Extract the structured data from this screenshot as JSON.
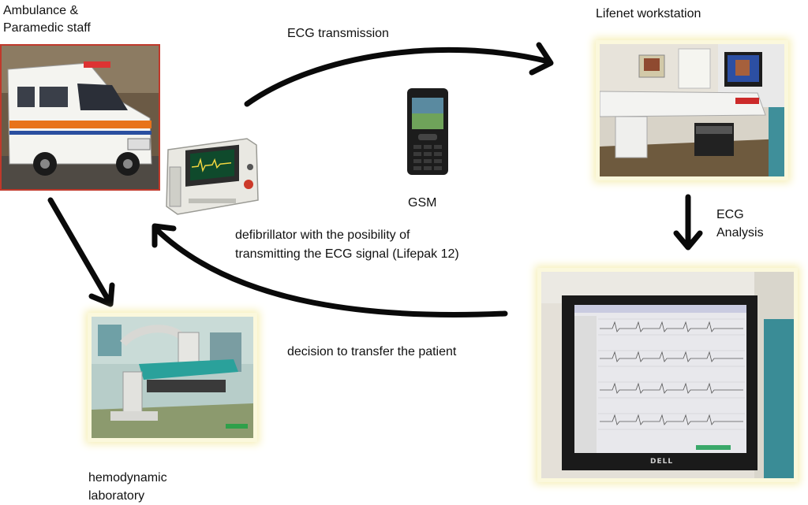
{
  "labels": {
    "ambulance_line1": "Ambulance &",
    "ambulance_line2": "Paramedic staff",
    "ecg_transmission": "ECG transmission",
    "workstation": "Lifenet workstation",
    "gsm": "GSM",
    "defib_line1": "defibrillator with the posibility of",
    "defib_line2": "transmitting the ECG signal (Lifepak 12)",
    "analysis_line1": "ECG",
    "analysis_line2": "Analysis",
    "decision": "decision to transfer the patient",
    "lab_line1": "hemodynamic",
    "lab_line2": "laboratory"
  },
  "monitor_brand": "DELL",
  "colors": {
    "arrow": "#0a0a0a",
    "photo_glow": "#f6efb8",
    "ambulance_frame": "#c0392b",
    "ambulance_stripe": "#e8731a"
  }
}
